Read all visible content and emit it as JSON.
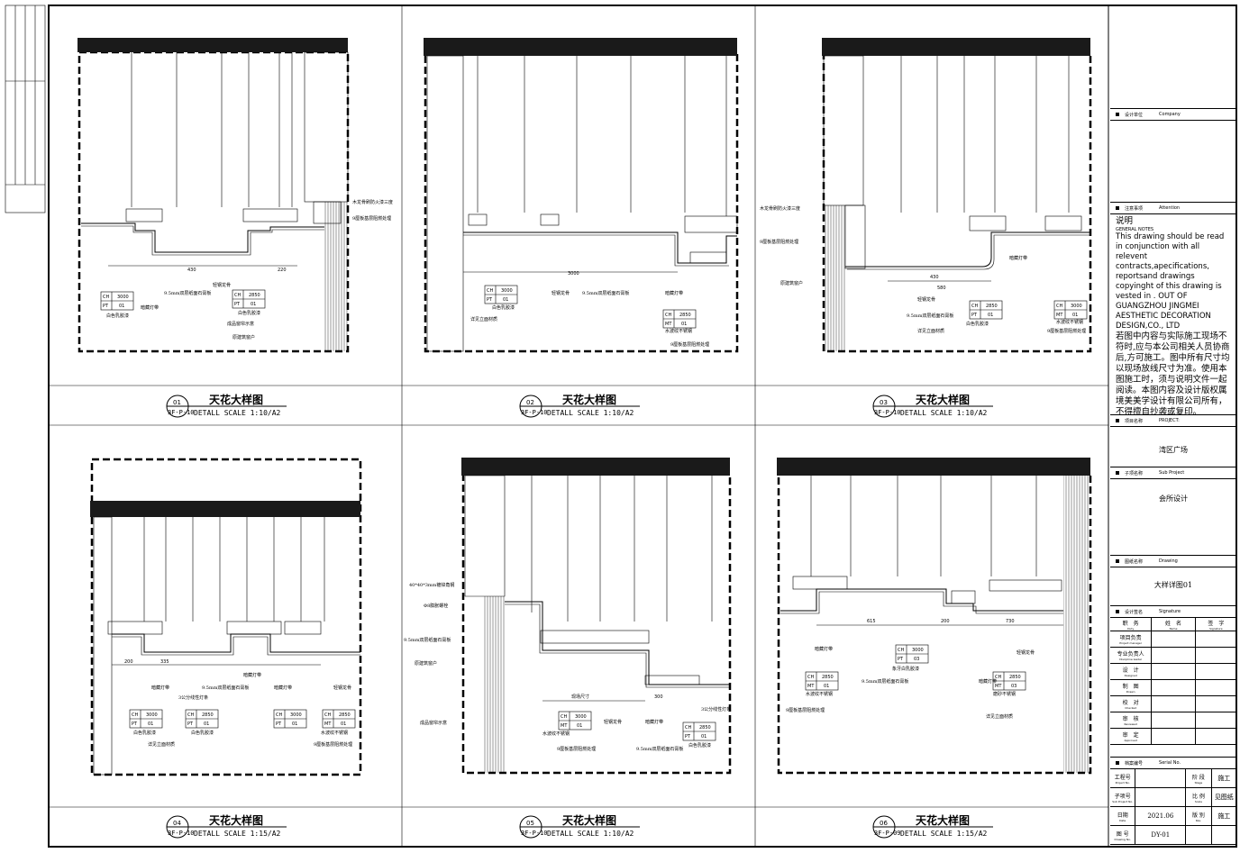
{
  "panels": [
    {
      "num": "01",
      "title": "天花大样图",
      "ref": "3F-P-10",
      "scale": "DETALL SCALE 1:10/A2"
    },
    {
      "num": "02",
      "title": "天花大样图",
      "ref": "3F-P-10",
      "scale": "DETALL SCALE 1:10/A2"
    },
    {
      "num": "03",
      "title": "天花大样图",
      "ref": "3F-P-10",
      "scale": "DETALL SCALE 1:10/A2"
    },
    {
      "num": "04",
      "title": "天花大样图",
      "ref": "3F-P-10",
      "scale": "DETALL SCALE 1:15/A2"
    },
    {
      "num": "05",
      "title": "天花大样图",
      "ref": "3F-P-10",
      "scale": "DETALL SCALE 1:10/A2"
    },
    {
      "num": "06",
      "title": "天花大样图",
      "ref": "3F-P-09",
      "scale": "DETALL SCALE 1:15/A2"
    }
  ],
  "annotations": {
    "p1": {
      "a1": "木龙骨刷防火漆三度",
      "a2": "9厘板基层阻燃处理",
      "a3": "轻钢龙骨",
      "a4": "9.5mm双层纸面石膏板",
      "a5": "暗藏灯带",
      "a6": "白色乳胶漆",
      "a7": "白色乳胶漆",
      "a8": "成品窗帘示意",
      "a9": "原建筑窗户",
      "d1": "430",
      "d2": "220",
      "tag1": {
        "r1k": "CH",
        "r1v": "3000",
        "r2k": "PT",
        "r2v": "01"
      },
      "tag2": {
        "r1k": "CH",
        "r1v": "2850",
        "r2k": "PT",
        "r2v": "01"
      }
    },
    "p2": {
      "a1": "轻钢龙骨",
      "a2": "9.5mm双层纸面石膏板",
      "a3": "暗藏灯带",
      "a4": "白色乳胶漆",
      "a5": "详见立面材质",
      "a6": "水波纹不锈钢",
      "a7": "9厘板基层阻燃处理",
      "d1": "3000",
      "tag1": {
        "r1k": "CH",
        "r1v": "3000",
        "r2k": "PT",
        "r2v": "01"
      },
      "tag2": {
        "r1k": "CH",
        "r1v": "2850",
        "r2k": "MT",
        "r2v": "01"
      }
    },
    "p3": {
      "a1": "木龙骨刷防火漆三度",
      "a2": "9厘板基层阻燃处理",
      "a3": "原建筑窗户",
      "a4": "暗藏灯带",
      "a5": "轻钢龙骨",
      "a6": "9.5mm双层纸面石膏板",
      "a7": "白色乳胶漆",
      "a8": "详见立面材质",
      "a9": "水波纹不锈钢",
      "a10": "9厘板基层阻燃处理",
      "d1": "430",
      "d2": "580",
      "tag1": {
        "r1k": "CH",
        "r1v": "2850",
        "r2k": "PT",
        "r2v": "01"
      },
      "tag2": {
        "r1k": "CH",
        "r1v": "3000",
        "r2k": "MT",
        "r2v": "01"
      }
    },
    "p4": {
      "a1": "暗藏灯带",
      "a2": "3公分线性灯条",
      "a3": "9.5mm双层纸面石膏板",
      "a4": "暗藏灯带",
      "a5": "暗藏灯带",
      "a6": "轻钢龙骨",
      "a7": "白色乳胶漆",
      "a8": "白色乳胶漆",
      "a9": "水波纹不锈钢",
      "a10": "9厘板基层阻燃处理",
      "a11": "详见立面材质",
      "d1": "200",
      "d2": "335",
      "tag1": {
        "r1k": "CH",
        "r1v": "3000",
        "r2k": "PT",
        "r2v": "01"
      },
      "tag2": {
        "r1k": "CH",
        "r1v": "2850",
        "r2k": "PT",
        "r2v": "01"
      },
      "tag3": {
        "r1k": "CH",
        "r1v": "3000",
        "r2k": "PT",
        "r2v": "01"
      },
      "tag4": {
        "r1k": "CH",
        "r1v": "2850",
        "r2k": "MT",
        "r2v": "01"
      }
    },
    "p5": {
      "a1": "40*40*3mm镀锌角钢",
      "a2": "Φ8膨胀螺栓",
      "a3": "9.5mm双层纸面石膏板",
      "a4": "原建筑窗户",
      "a5": "成品窗帘示意",
      "a6": "水波纹不锈钢",
      "a7": "9厘板基层阻燃处理",
      "a8": "轻钢龙骨",
      "a9": "暗藏灯带",
      "a10": "3公分线性灯条",
      "a11": "9.5mm双层纸面石膏板",
      "a12": "白色乳胶漆",
      "d1": "现场尺寸",
      "d2": "300",
      "tag1": {
        "r1k": "CH",
        "r1v": "3000",
        "r2k": "MT",
        "r2v": "01"
      },
      "tag2": {
        "r1k": "CH",
        "r1v": "2850",
        "r2k": "PT",
        "r2v": "01"
      }
    },
    "p6": {
      "a1": "暗藏灯带",
      "a2": "9.5mm双层纸面石膏板",
      "a3": "象牙白乳胶漆",
      "a4": "水波纹不锈钢",
      "a5": "9厘板基层阻燃处理",
      "a6": "轻钢龙骨",
      "a7": "暗藏灯带",
      "a8": "磨砂不锈钢",
      "a9": "详见立面材质",
      "d1": "615",
      "d2": "200",
      "d3": "730",
      "tag1": {
        "r1k": "CH",
        "r1v": "3000",
        "r2k": "PT",
        "r2v": "03"
      },
      "tag2": {
        "r1k": "CH",
        "r1v": "2850",
        "r2k": "MT",
        "r2v": "01"
      },
      "tag3": {
        "r1k": "CH",
        "r1v": "2850",
        "r2k": "MT",
        "r2v": "03"
      }
    }
  },
  "titleblock": {
    "company_zh": "设计单位",
    "company_en": "Company",
    "attention_zh": "注意事项",
    "attention_en": "Attention",
    "notes_title_zh": "说明",
    "notes_title_en": "GENERAL NOTES",
    "notes_en": "This drawing should be read in conjunction with all relevent contracts,apecifications, reportsand drawings copyinght of this drawing is vested in . OUT OF GUANGZHOU JINGMEI AESTHETIC DECORATION DESIGN,CO., LTD",
    "notes_zh": "若图中内容与实际施工现场不符时,应与本公司相关人员协商后,方可施工。图中所有尺寸均以现场放线尺寸为准。使用本图施工时，须与说明文件一起阅读。本图内容及设计版权属境美美学设计有限公司所有，不得擅自抄袭或复印。",
    "project_zh": "项目名称",
    "project_en": "PROJECT:",
    "project_val": "湾区广场",
    "sub_zh": "子项名称",
    "sub_en": "Sub Project",
    "sub_val": "会所设计",
    "drawing_zh": "图纸名称",
    "drawing_en": "Drawing",
    "drawing_val": "大样详图01",
    "sign_zh": "设计签名",
    "sign_en": "Signature",
    "sign_cols": {
      "duty_zh": "职　务",
      "duty_en": "Duty",
      "name_zh": "姓　名",
      "name_en": "Name",
      "sig_zh": "签　字",
      "sig_en": "Signature"
    },
    "sign_rows": [
      {
        "zh": "项目负责",
        "en": "Project manager"
      },
      {
        "zh": "专业负责人",
        "en": "Discipline leader"
      },
      {
        "zh": "设　计",
        "en": "Designed"
      },
      {
        "zh": "制　图",
        "en": "Drawn"
      },
      {
        "zh": "校　对",
        "en": "Checked"
      },
      {
        "zh": "审　核",
        "en": "Reviewed"
      },
      {
        "zh": "审　定",
        "en": "Approved"
      }
    ],
    "serial_zh": "档案编号",
    "serial_en": "Serial No.",
    "info": [
      {
        "k_zh": "工程号",
        "k_en": "Project No.",
        "v": "",
        "k2_zh": "阶 段",
        "k2_en": "Stage",
        "v2": "施工"
      },
      {
        "k_zh": "子项号",
        "k_en": "Sub Project No.",
        "v": "",
        "k2_zh": "比 例",
        "k2_en": "Scale",
        "v2": "见图纸"
      },
      {
        "k_zh": "日期",
        "k_en": "Date",
        "v": "2021.06",
        "k2_zh": "版 别",
        "k2_en": "Rev.",
        "v2": "施工"
      },
      {
        "k_zh": "图 号",
        "k_en": "Drawing No.",
        "v": "DY-01",
        "k2_zh": "",
        "k2_en": "",
        "v2": ""
      }
    ]
  }
}
